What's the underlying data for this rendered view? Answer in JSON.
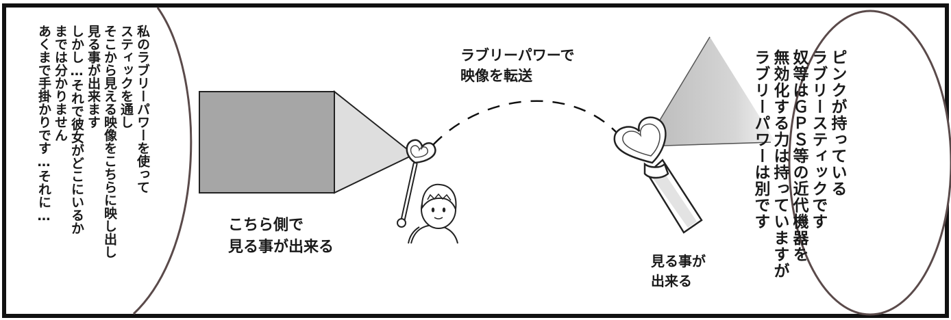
{
  "left_bubble": {
    "lines": [
      "私のラブリーパワーを使って",
      "スティックを通し",
      "そこから見える映像をこちらに映し出し",
      "見る事が出来ます",
      "しかし…それで彼女がどこにいるか",
      "までは分かりません",
      "あくまで手掛かりです…それに…"
    ]
  },
  "right_bubble": {
    "lines": [
      "ピンクが持っている",
      "ラブリースティックです",
      "奴等はＧＰＳ等の近代機器を",
      "無効化する力は持っていますが",
      "ラブリーパワーは別です"
    ]
  },
  "captions": {
    "transfer": "ラブリーパワーで\n映像を転送",
    "see_this_side": "こちら側で\n見る事が出来る",
    "can_see": "見る事が\n出来る"
  },
  "colors": {
    "border": "#111111",
    "bubble_stroke": "#5a4a4a",
    "screen_fill": "#a6a6a6",
    "beam_fill": "#dedede",
    "light_cone": "#cfcfcf"
  }
}
